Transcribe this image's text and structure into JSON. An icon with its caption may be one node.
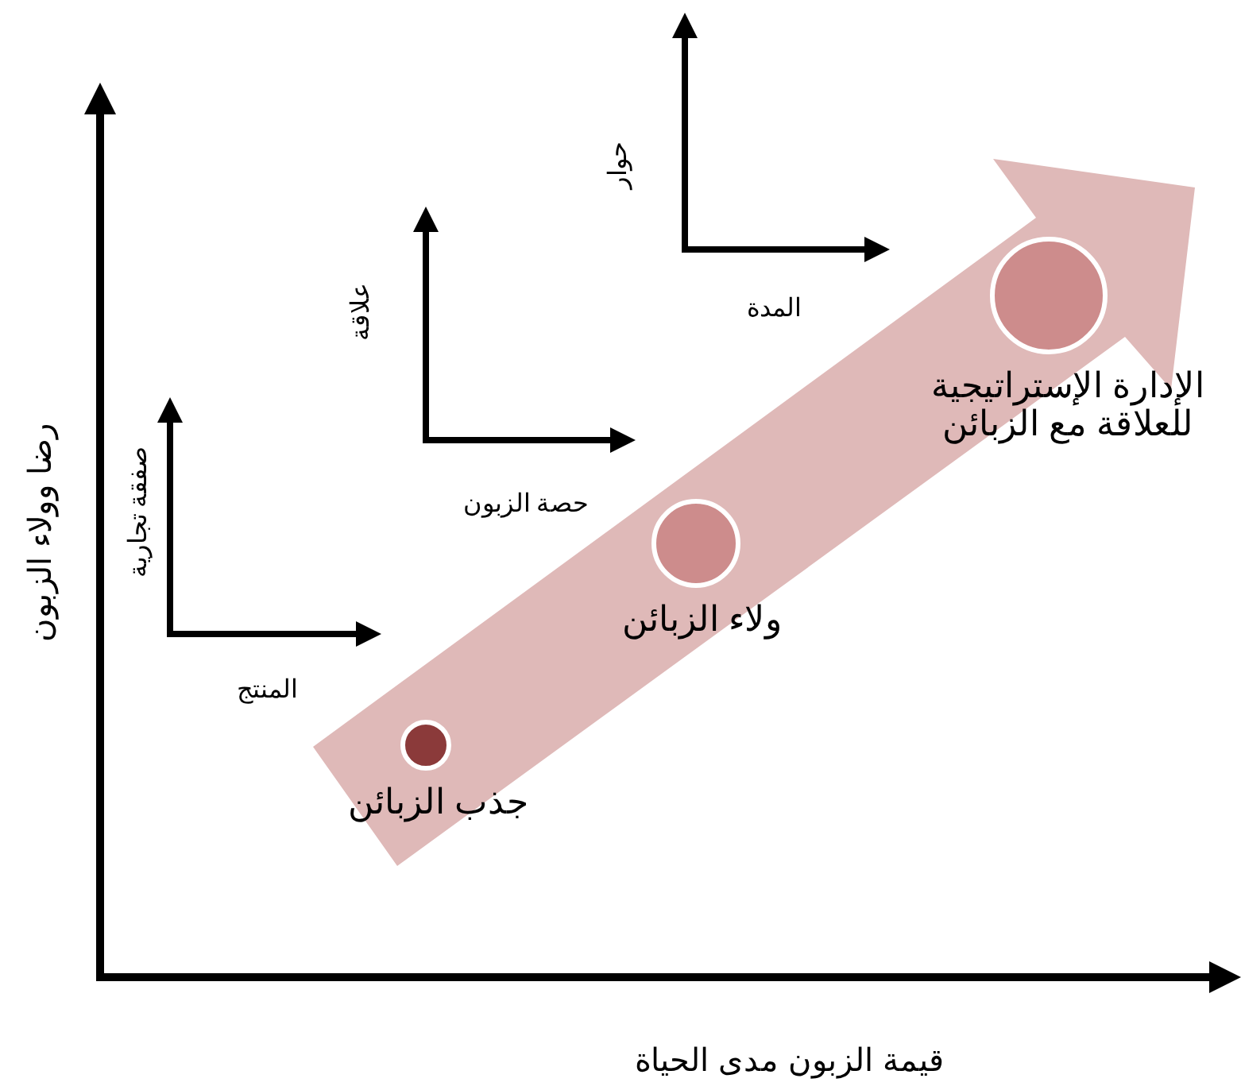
{
  "diagram": {
    "nodes": [
      {
        "text": [],
        "shape": "arrow"
      },
      {
        "text": [
          "جذب الزبائن"
        ],
        "in": 0
      },
      {
        "text": [
          "ولاء الزبائن"
        ],
        "in": 0
      },
      {
        "text": [
          "الإدارة الإستراتيجية للعلاقة مع الزبائن"
        ],
        "in": 0
      }
    ],
    "labels": [
      "حوار",
      "المدة",
      "علاقة",
      "حصة الزبون",
      "صفقة تجارية",
      "المنتج",
      "رضا وولاء الزبون",
      "قيمة الزبون مدى الحياة"
    ]
  }
}
